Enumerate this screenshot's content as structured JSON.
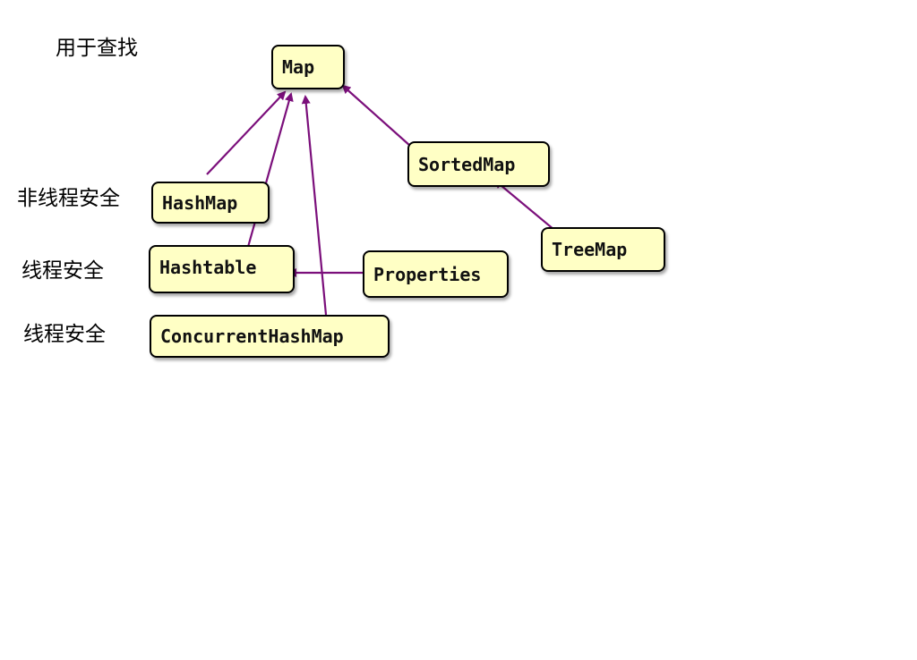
{
  "labels": {
    "lookup": "用于查找",
    "not_thread_safe": "非线程安全",
    "thread_safe_1": "线程安全",
    "thread_safe_2": "线程安全"
  },
  "nodes": {
    "map": "Map",
    "sorted_map": "SortedMap",
    "hash_map": "HashMap",
    "hashtable": "Hashtable",
    "properties": "Properties",
    "concurrent_hash_map": "ConcurrentHashMap",
    "tree_map": "TreeMap"
  },
  "colors": {
    "node_fill": "#ffffc5",
    "arrow": "#7b0f7b"
  },
  "edges": [
    {
      "from": "HashMap",
      "to": "Map"
    },
    {
      "from": "Hashtable",
      "to": "Map"
    },
    {
      "from": "ConcurrentHashMap",
      "to": "Map"
    },
    {
      "from": "SortedMap",
      "to": "Map"
    },
    {
      "from": "TreeMap",
      "to": "SortedMap"
    },
    {
      "from": "Properties",
      "to": "Hashtable"
    }
  ]
}
